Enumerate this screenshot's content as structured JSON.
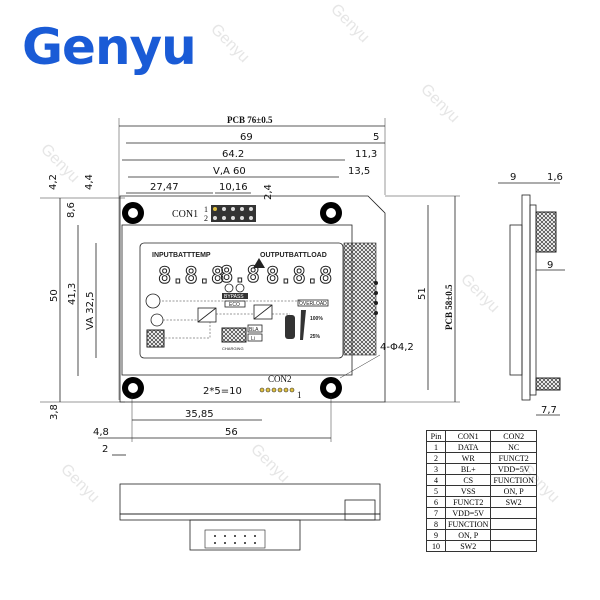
{
  "logo": "Genyu",
  "watermark": "Genyu",
  "dimensions": {
    "pcb_width": "PCB 76±0.5",
    "pcb_height": "PCB 58±0.5",
    "d69": "69",
    "d5": "5",
    "d64_2": "64.2",
    "d11_3": "11,3",
    "va60": "V,A  60",
    "d13_5": "13,5",
    "d27_47": "27,47",
    "d10_16": "10,16",
    "d2_4": "2,4",
    "d4_2": "4,2",
    "d4_4": "4,4",
    "d8_6": "8,6",
    "d50": "50",
    "d41_3": "41,3",
    "va32_5": "VA  32,5",
    "d3_8": "3,8",
    "d35_85": "35,85",
    "d56": "56",
    "d4_8": "4,8",
    "d2": "2",
    "d51": "51",
    "holes": "4-Φ4,2",
    "pitch": "2*5=10",
    "side_9a": "9",
    "side_1_6": "1,6",
    "side_9b": "9",
    "side_7_7": "7,7"
  },
  "connectors": {
    "con1": "CON1",
    "con1_pin1": "1",
    "con1_pin2": "2",
    "con2": "CON2",
    "con2_pin1": "1"
  },
  "lcd": {
    "input_label": "INPUTBATTTEMP",
    "output_label": "OUTPUTBATTLOAD",
    "digits_left": "8.8.8",
    "digits_mid": "8.8",
    "digits_right": "8.8.8",
    "bypass": "BYPASS",
    "eco": "ECO",
    "overload": "OVERLOAD",
    "bla": "BLA",
    "li": "Li",
    "charging": "CHARGING",
    "pct100": "100%",
    "pct25": "25%"
  },
  "pin_table": {
    "headers": [
      "Pin",
      "CON1",
      "CON2"
    ],
    "rows": [
      [
        "1",
        "DATA",
        "NC"
      ],
      [
        "2",
        "WR",
        "FUNCT2"
      ],
      [
        "3",
        "BL+",
        "VDD=5V"
      ],
      [
        "4",
        "CS",
        "FUNCTION"
      ],
      [
        "5",
        "VSS",
        "ON, P"
      ],
      [
        "6",
        "FUNCT2",
        "SW2"
      ],
      [
        "7",
        "VDD=5V",
        ""
      ],
      [
        "8",
        "FUNCTION",
        ""
      ],
      [
        "9",
        "ON, P",
        ""
      ],
      [
        "10",
        "SW2",
        ""
      ]
    ]
  },
  "colors": {
    "logo": "#1a5bd6",
    "line": "#222222"
  }
}
